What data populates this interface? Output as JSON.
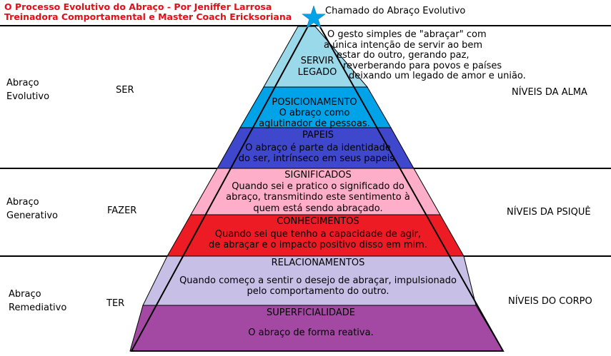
{
  "header": {
    "line1": "O Processo Evolutivo do Abraço - Por Jeniffer Larrosa",
    "line2": "Treinadora Comportamental e Master Coach Ericksoriana"
  },
  "top_label": "Chamado do Abraço Evolutivo",
  "top_note": [
    "O gesto simples de \"abraçar\" com",
    "a única intenção de servir ao bem",
    "estar do outro, gerando paz,",
    "reverberando para povos e países",
    "deixando um legado de amor e união."
  ],
  "bands": [
    {
      "left_line1": "Abraço",
      "left_line2": "Evolutivo",
      "middle": "SER",
      "right": "NÍVEIS DA ALMA"
    },
    {
      "left_line1": "Abraço",
      "left_line2": "Generativo",
      "middle": "FAZER",
      "right": "NÍVEIS DA PSIQUÊ"
    },
    {
      "left_line1": "Abraço",
      "left_line2": "Remediativo",
      "middle": "TER",
      "right": "NÍVEIS DO CORPO"
    }
  ],
  "levels": [
    {
      "title": "SERVIR",
      "text": [
        "LEGADO"
      ],
      "color": "#99d9ea"
    },
    {
      "title": "POSICIONAMENTO",
      "text": [
        "O abraço como",
        "aglutinador de pessoas."
      ],
      "color": "#00a2e8"
    },
    {
      "title": "PAPEIS",
      "text": [
        "O abraço é parte da identidade",
        "do ser, intrínseco em seus papeis."
      ],
      "color": "#3f48cc"
    },
    {
      "title": "SIGNIFICADOS",
      "text": [
        "Quando sei e pratico o significado do",
        "abraço, transmitindo este sentimento à",
        "quem está sendo abraçado."
      ],
      "color": "#ffaec9"
    },
    {
      "title": "CONHECIMENTOS",
      "text": [
        "Quando sei que tenho a capacidade de agir,",
        "de abraçar e o impacto positivo disso em mim."
      ],
      "color": "#ed1c24"
    },
    {
      "title": "RELACIONAMENTOS",
      "text": [
        "Quando começo a sentir o desejo de abraçar, impulsionado",
        "pelo comportamento do outro."
      ],
      "color": "#c8bfe7"
    },
    {
      "title": "SUPERFICIALIDADE",
      "text": [
        "O abraço de forma reativa."
      ],
      "color": "#a349a4"
    }
  ],
  "star_color": "#00a2e8"
}
